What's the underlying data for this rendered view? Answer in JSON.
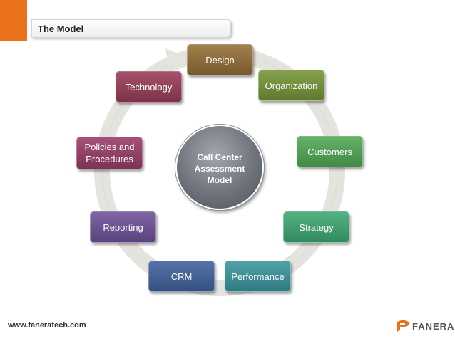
{
  "header": {
    "title": "The Model"
  },
  "diagram": {
    "center_label": "Call Center\nAssessment\nModel",
    "nodes": [
      {
        "id": "design",
        "label": "Design",
        "color": "#8a6a3b"
      },
      {
        "id": "organization",
        "label": "Organization",
        "color": "#6e8a3a"
      },
      {
        "id": "customers",
        "label": "Customers",
        "color": "#4f9a52"
      },
      {
        "id": "strategy",
        "label": "Strategy",
        "color": "#3e9a6c"
      },
      {
        "id": "performance",
        "label": "Performance",
        "color": "#3b8a8f"
      },
      {
        "id": "crm",
        "label": "CRM",
        "color": "#3e5c92"
      },
      {
        "id": "reporting",
        "label": "Reporting",
        "color": "#6a4f8c"
      },
      {
        "id": "policies",
        "label": "Policies and\nProcedures",
        "color": "#8c3f63"
      },
      {
        "id": "technology",
        "label": "Technology",
        "color": "#8c3f57"
      }
    ]
  },
  "footer": {
    "url": "www.faneratech.com",
    "logo_text": "FANERA",
    "logo_color": "#e8711a"
  }
}
